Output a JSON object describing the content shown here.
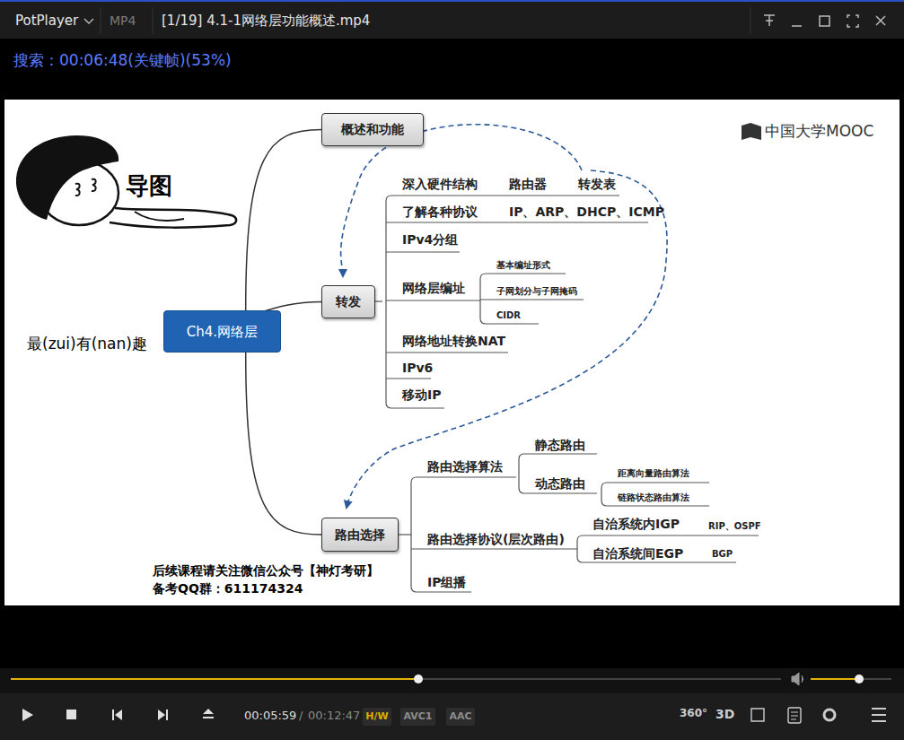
{
  "diagram": {
    "nodes": [
      {
        "text": [
          "概述和功能"
        ]
      },
      {
        "text": [
          "转发"
        ]
      },
      {
        "text": [
          "Ch4.网络层"
        ]
      },
      {
        "text": [
          "路由选择"
        ]
      },
      {
        "text": [
          "H/W"
        ]
      },
      {
        "text": [
          "AVC1"
        ]
      },
      {
        "text": [
          "AAC"
        ]
      }
    ],
    "edges": [
      {
        "from": 2,
        "to": 0,
        "arrow": "none"
      },
      {
        "from": 2,
        "to": 1,
        "arrow": "none"
      },
      {
        "from": 2,
        "to": 3,
        "arrow": "none"
      }
    ],
    "labels": [
      "PotPlayer",
      "MP4",
      "[1/19] 4.1-1网络层功能概述.mp4",
      "搜索：00:06:48(关键帧)(53%)",
      "导图",
      "中国大学MOOC",
      "深入硬件结构",
      "路由器",
      "转发表",
      "了解各种协议",
      "IP、ARP、DHCP、ICMP",
      "IPv4分组",
      "网络层编址",
      "基本编址形式",
      "子网划分与子网掩码",
      "CIDR",
      "网络地址转换NAT",
      "IPv6",
      "移动IP",
      "最(zui)有(nan)趣",
      "路由选择算法",
      "静态路由",
      "动态路由",
      "距离向量路由算法",
      "链路状态路由算法",
      "路由选择协议(层次路由)",
      "自治系统内IGP",
      "RIP、OSPF",
      "自治系统间EGP",
      "BGP",
      "后续课程请关注微信公众号【神灯考研】",
      "备考QQ群：611174324",
      "IP组播",
      "00:05:59",
      "/",
      "00:12:47",
      "360°",
      "3D"
    ]
  }
}
